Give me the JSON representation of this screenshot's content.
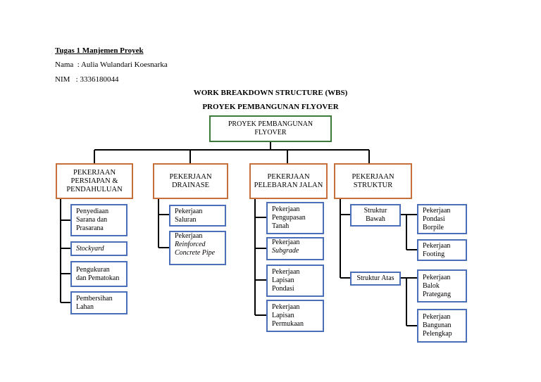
{
  "header": {
    "course": "Tugas 1 Manjemen Proyek",
    "name": "Nama  : Aulia Wulandari Koesnarka",
    "nim": "NIM   : 3336180044"
  },
  "titles": {
    "line1": "WORK BREAKDOWN STRUCTURE (WBS)",
    "line2": "PROYEK PEMBANGUNAN FLYOVER"
  },
  "wbs": {
    "root": "PROYEK PEMBANGUNAN\nFLYOVER",
    "branches": [
      {
        "label": "PEKERJAAN\nPERSIAPAN &\nPENDAHULUAN",
        "items": [
          "Penyediaan\nSarana dan\nPrasarana",
          "Stockyard",
          "Pengukuran\ndan Pematokan",
          "Pembersihan\nLahan"
        ]
      },
      {
        "label": "PEKERJAAN\nDRAINASE",
        "items": [
          "Pekerjaan\nSaluran",
          "Pekerjaan",
          "Reinforced\nConcrete Pipe"
        ]
      },
      {
        "label": "PEKERJAAN\nPELEBARAN JALAN",
        "items": [
          "Pekerjaan\nPengupasan\nTanah",
          "Pekerjaan",
          "Subgrade",
          "Pekerjaan\nLapisan\nPondasi",
          "Pekerjaan\nLapisan\nPermukaan"
        ]
      },
      {
        "label": "PEKERJAAN\nSTRUKTUR",
        "sub": [
          {
            "label": "Struktur\nBawah",
            "items": [
              "Pekerjaan\nPondasi\nBorpile",
              "Pekerjaan\nFooting"
            ]
          },
          {
            "label": "Struktur Atas",
            "items": [
              "Pekerjaan\nBalok\nPrategang",
              "Pekerjaan\nBangunan\nPelengkap"
            ]
          }
        ]
      }
    ]
  },
  "colors": {
    "level1_border": "#c5703a",
    "level2_border": "#4a6fb8",
    "connector": "#000000"
  }
}
